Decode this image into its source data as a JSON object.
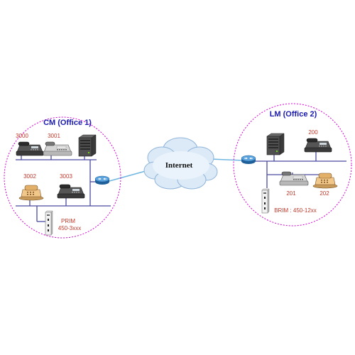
{
  "colors": {
    "office_circle": "#d400d4",
    "bus_line": "#4a4aa0",
    "title_text": "#1a1ab0",
    "label_text": "#c0392b",
    "cloud_fill": "#dceaf7",
    "router": "#3f88c5"
  },
  "office1": {
    "title": "CM (Office 1)",
    "ext_3000": "3000",
    "ext_3001": "3001",
    "ext_3002": "3002",
    "ext_3003": "3003",
    "module_line1": "PRIM",
    "module_line2": "450-3xxx"
  },
  "office2": {
    "title": "LM (Office 2)",
    "ext_200": "200",
    "ext_201": "201",
    "ext_202": "202",
    "module_label": "BRIM : 450-12xx"
  },
  "cloud": {
    "label": "Internet"
  },
  "icons": {
    "desk_phone": "desk-phone-icon",
    "system_phone": "system-phone-icon",
    "wireless_phone": "wireless-phone-icon",
    "pbx": "pbx-server-icon",
    "router": "router-icon",
    "cloud": "cloud-icon",
    "module": "interface-module-icon"
  }
}
